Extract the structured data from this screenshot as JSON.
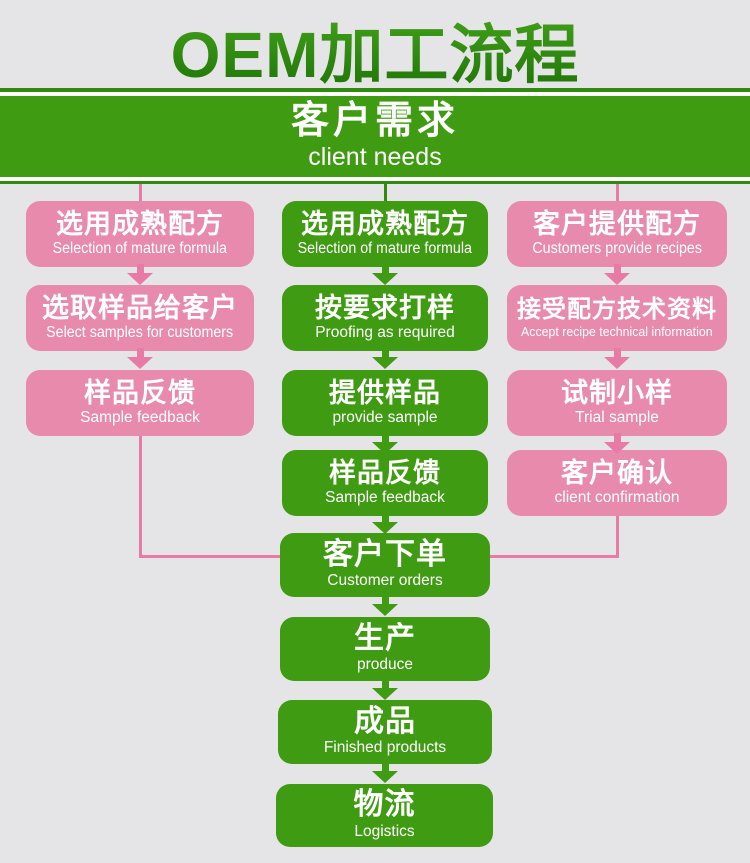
{
  "title": "OEM加工流程",
  "banner": {
    "zh": "客户需求",
    "en": "client needs"
  },
  "colors": {
    "box_green": "#3f9b12",
    "box_pink": "#e78aac",
    "line_green": "#2e8b0e",
    "line_pink": "#e87ba6",
    "background": "#e5e5e7",
    "title_gradient_top": "#46a71c",
    "title_gradient_bottom": "#1d7206",
    "text": "#ffffff"
  },
  "columns": {
    "left": [
      {
        "zh": "选用成熟配方",
        "en": "Selection of mature formula"
      },
      {
        "zh": "选取样品给客户",
        "en": "Select samples for customers"
      },
      {
        "zh": "样品反馈",
        "en": "Sample feedback"
      }
    ],
    "middle": [
      {
        "zh": "选用成熟配方",
        "en": "Selection of mature formula"
      },
      {
        "zh": "按要求打样",
        "en": "Proofing as required"
      },
      {
        "zh": "提供样品",
        "en": "provide sample"
      },
      {
        "zh": "样品反馈",
        "en": "Sample feedback"
      },
      {
        "zh": "客户下单",
        "en": "Customer orders"
      },
      {
        "zh": "生产",
        "en": "produce"
      },
      {
        "zh": "成品",
        "en": "Finished products"
      },
      {
        "zh": "物流",
        "en": "Logistics"
      }
    ],
    "right": [
      {
        "zh": "客户提供配方",
        "en": "Customers provide recipes"
      },
      {
        "zh": "接受配方技术资料",
        "en": "Accept recipe technical information"
      },
      {
        "zh": "试制小样",
        "en": "Trial sample"
      },
      {
        "zh": "客户确认",
        "en": "client confirmation"
      }
    ]
  }
}
